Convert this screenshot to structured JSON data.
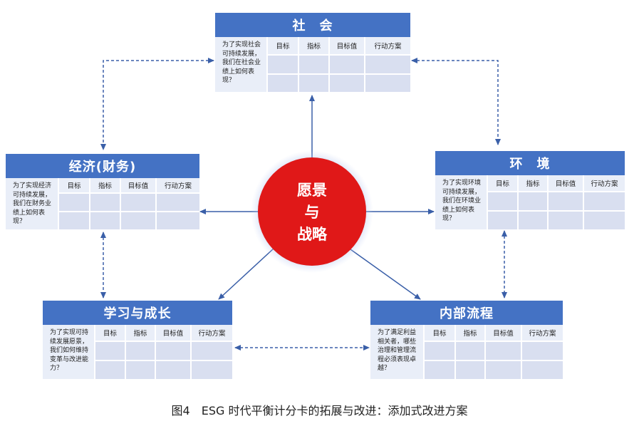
{
  "center": {
    "lines": [
      "愿景",
      "与",
      "战略"
    ]
  },
  "boxes": [
    {
      "id": "society",
      "title": "社　会",
      "question": "为了实现社会可持续发展，我们在社会业绩上如何表现？",
      "headers": [
        "目标",
        "指标",
        "目标值",
        "行动方案"
      ]
    },
    {
      "id": "economy",
      "title": "经济(财务)",
      "question": "为了实现经济可持续发展，我们在财务业绩上如何表现？",
      "headers": [
        "目标",
        "指标",
        "目标值",
        "行动方案"
      ]
    },
    {
      "id": "environment",
      "title": "环　境",
      "question": "为了实现环境可持续发展，我们在环境业绩上如何表现？",
      "headers": [
        "目标",
        "指标",
        "目标值",
        "行动方案"
      ]
    },
    {
      "id": "learning",
      "title": "学习与成长",
      "question": "为了实现可持续发展愿景，我们如何维持变革与改进能力？",
      "headers": [
        "目标",
        "指标",
        "目标值",
        "行动方案"
      ]
    },
    {
      "id": "process",
      "title": "内部流程",
      "question": "为了满足利益相关者，哪些治理和管理流程必须表现卓越？",
      "headers": [
        "目标",
        "指标",
        "目标值",
        "行动方案"
      ]
    }
  ],
  "caption": "图4　ESG 时代平衡计分卡的拓展与改进：添加式改进方案",
  "colors": {
    "title_bar": "#4472c4",
    "cell": "#d9dff0",
    "header_cell": "#e9eef8",
    "center_circle": "#e01818",
    "arrow": "#3a5fa8"
  }
}
